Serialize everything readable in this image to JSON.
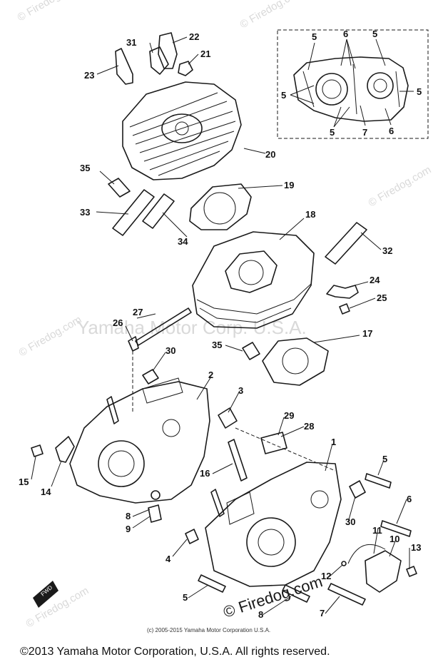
{
  "watermark": {
    "brand": "Yamaha Motor Corp. U.S.A.",
    "site": "© Firedog.com"
  },
  "footer": {
    "small_notice": "(c) 2005-2015 Yamaha Motor Corporation U.S.A.",
    "copyright": "©2013 Yamaha Motor Corporation, U.S.A. All rights reserved.",
    "firedog": "© Firedog.com"
  },
  "callouts": [
    {
      "id": "c22",
      "text": "22"
    },
    {
      "id": "c31",
      "text": "31"
    },
    {
      "id": "c21",
      "text": "21"
    },
    {
      "id": "c23",
      "text": "23"
    },
    {
      "id": "c20",
      "text": "20"
    },
    {
      "id": "c35a",
      "text": "35"
    },
    {
      "id": "c19",
      "text": "19"
    },
    {
      "id": "c33",
      "text": "33"
    },
    {
      "id": "c34",
      "text": "34"
    },
    {
      "id": "c18",
      "text": "18"
    },
    {
      "id": "c32",
      "text": "32"
    },
    {
      "id": "c24",
      "text": "24"
    },
    {
      "id": "c25",
      "text": "25"
    },
    {
      "id": "c27",
      "text": "27"
    },
    {
      "id": "c26a",
      "text": "26"
    },
    {
      "id": "c17",
      "text": "17"
    },
    {
      "id": "c35b",
      "text": "35"
    },
    {
      "id": "c30a",
      "text": "30"
    },
    {
      "id": "c2",
      "text": "2"
    },
    {
      "id": "c3",
      "text": "3"
    },
    {
      "id": "c29",
      "text": "29"
    },
    {
      "id": "c28",
      "text": "28"
    },
    {
      "id": "c1",
      "text": "1"
    },
    {
      "id": "c5a",
      "text": "5"
    },
    {
      "id": "c16",
      "text": "16"
    },
    {
      "id": "c15",
      "text": "15"
    },
    {
      "id": "c14",
      "text": "14"
    },
    {
      "id": "c30b",
      "text": "30"
    },
    {
      "id": "c8a",
      "text": "8"
    },
    {
      "id": "c9",
      "text": "9"
    },
    {
      "id": "c6a",
      "text": "6"
    },
    {
      "id": "c4",
      "text": "4"
    },
    {
      "id": "c11",
      "text": "11"
    },
    {
      "id": "c10",
      "text": "10"
    },
    {
      "id": "c13",
      "text": "13"
    },
    {
      "id": "c12",
      "text": "12"
    },
    {
      "id": "c5b",
      "text": "5"
    },
    {
      "id": "c8b",
      "text": "8"
    },
    {
      "id": "c7a",
      "text": "7"
    },
    {
      "id": "i5a",
      "text": "5"
    },
    {
      "id": "i6a",
      "text": "6"
    },
    {
      "id": "i5b",
      "text": "5"
    },
    {
      "id": "i5c",
      "text": "5"
    },
    {
      "id": "i5d",
      "text": "5"
    },
    {
      "id": "i5e",
      "text": "5"
    },
    {
      "id": "i7",
      "text": "7"
    },
    {
      "id": "i6b",
      "text": "6"
    }
  ]
}
